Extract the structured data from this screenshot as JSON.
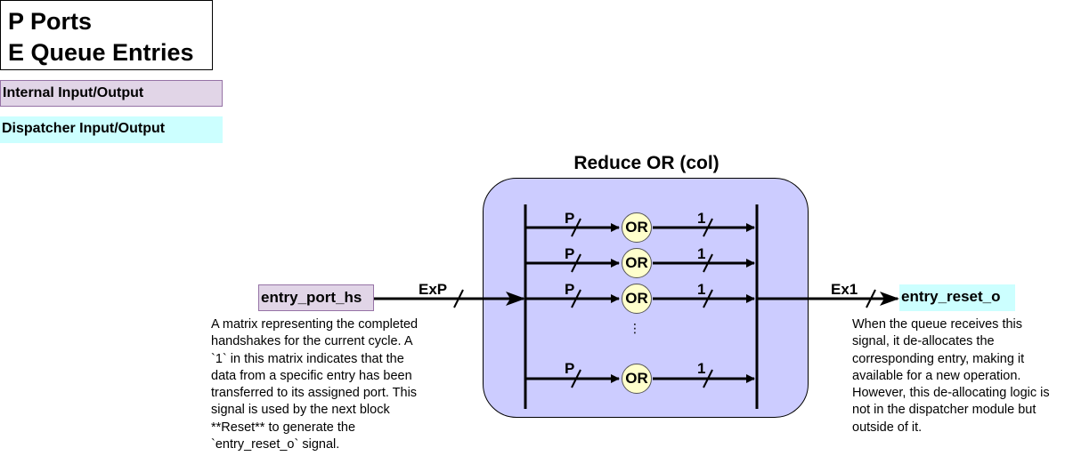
{
  "legend": {
    "line1": "P Ports",
    "line2": "E Queue Entries",
    "internal_label": "Internal Input/Output",
    "dispatcher_label": "Dispatcher Input/Output"
  },
  "block": {
    "title": "Reduce OR (col)",
    "gate_label": "OR",
    "row_in_width": "P",
    "row_out_width": "1",
    "ellipsis": "⋮"
  },
  "input": {
    "name": "entry_port_hs",
    "bus_width": "ExP",
    "description": "A matrix representing the completed handshakes for the current cycle. A `1` in this matrix indicates that the data from a specific entry has been transferred to its assigned port. This signal is used by the next block **Reset** to generate the `entry_reset_o` signal."
  },
  "output": {
    "name": "entry_reset_o",
    "bus_width": "Ex1",
    "description": "When the queue receives this signal, it de-allocates the corresponding entry, making it available for a new operation. However, this de-allocating logic is not in the dispatcher module but outside of it."
  },
  "colors": {
    "internal": "#e1d5e7",
    "dispatcher": "#ccffff",
    "block_fill": "#ccccff",
    "gate_fill": "#ffffcc"
  }
}
